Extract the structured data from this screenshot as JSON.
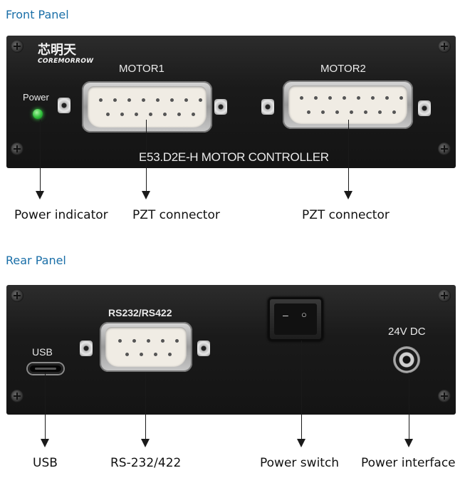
{
  "front_panel": {
    "section_title": "Front Panel",
    "logo_cn": "芯明天",
    "logo_en": "COREMORROW",
    "power_led_label": "Power",
    "motor1_label": "MOTOR1",
    "motor2_label": "MOTOR2",
    "model_text": "E53.D2E-H MOTOR CONTROLLER",
    "led_color": "#2fbf3a",
    "callouts": [
      "Power indicator",
      "PZT connector",
      "PZT connector"
    ]
  },
  "rear_panel": {
    "section_title": "Rear Panel",
    "usb_label": "USB",
    "serial_label": "RS232/RS422",
    "power_label": "24V DC",
    "switch_off_symbol": "–",
    "switch_on_symbol": "○",
    "callouts": [
      "USB",
      "RS-232/422",
      "Power switch",
      "Power interface"
    ]
  },
  "colors": {
    "section_title": "#1a6fa8",
    "panel": "#1a1a1a"
  }
}
